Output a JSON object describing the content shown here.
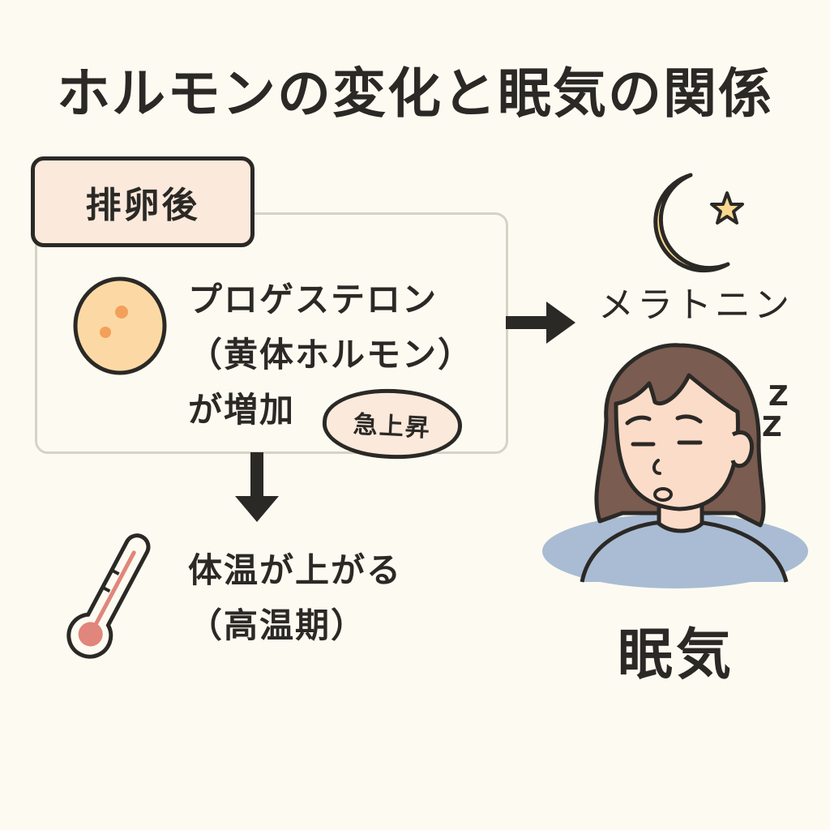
{
  "title": "ホルモンの変化と眠気の関係",
  "phase_label": "排卵後",
  "hormone": {
    "line1": "プロゲステロン",
    "line2": "（黄体ホルモン）",
    "line3": "が増加",
    "badge": "急上昇",
    "icon": "corpus-luteum-icon"
  },
  "temperature": {
    "line1": "体温が上がる",
    "line2": "（高温期）",
    "icon": "thermometer-icon"
  },
  "melatonin": {
    "label": "メラトニン",
    "icon": "moon-star-icon"
  },
  "result": {
    "label": "眠気",
    "icon": "sleeping-woman-icon",
    "zzz": "Z Z"
  },
  "colors": {
    "background": "#fdfbf1",
    "ink": "#2b2926",
    "label_fill": "#fbe9db",
    "box_border": "#d8d2c6",
    "cell_fill": "#fcd9a4",
    "cell_dots": "#f3a05a",
    "moon": "#fbd890",
    "thermo_red": "#e0867c",
    "hair": "#7a5c50",
    "skin": "#fbdcc8",
    "shirt": "#a9bcd3"
  }
}
